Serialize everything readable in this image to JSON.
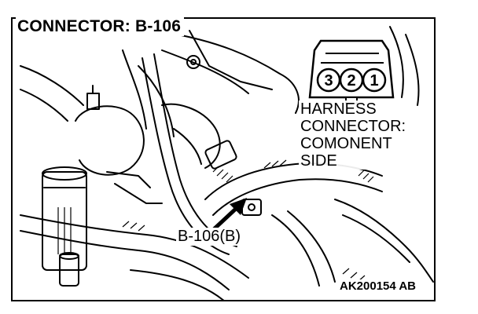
{
  "header": {
    "title": "CONNECTOR: B-106"
  },
  "connector": {
    "pins": [
      "3",
      "2",
      "1"
    ],
    "label_lines": [
      "HARNESS",
      "CONNECTOR:",
      "COMONENT",
      "SIDE"
    ]
  },
  "callout": {
    "label": "B-106(B)"
  },
  "footer": {
    "code": "AK200154 AB"
  }
}
